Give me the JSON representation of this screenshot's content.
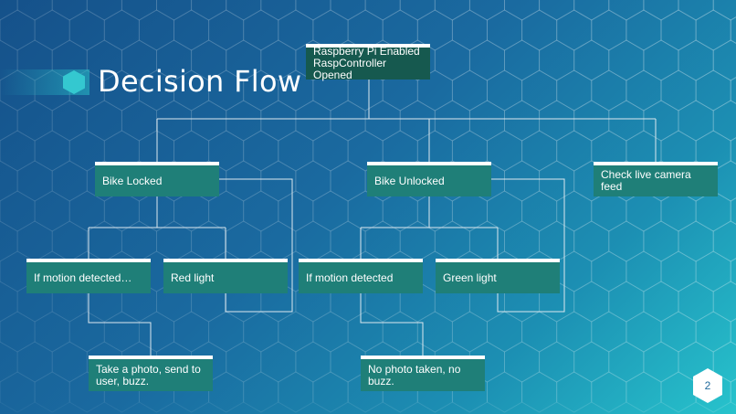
{
  "title": "Decision Flow",
  "page_number": "2",
  "nodes": {
    "root": "Raspberry Pi Enabled\nRaspController Opened",
    "bike_locked": "Bike Locked",
    "bike_unlocked": "Bike Unlocked",
    "check_camera": "Check live camera feed",
    "locked_motion": "If motion detected…",
    "red_light": "Red light",
    "unlocked_motion": "If motion detected",
    "green_light": "Green light",
    "take_photo": "Take a photo, send to\nuser, buzz.",
    "no_photo": "No photo taken, no\nbuzz."
  },
  "colors": {
    "node_fill": "#1f7f78",
    "root_fill": "#16594f",
    "connector": "#dde8ef"
  }
}
